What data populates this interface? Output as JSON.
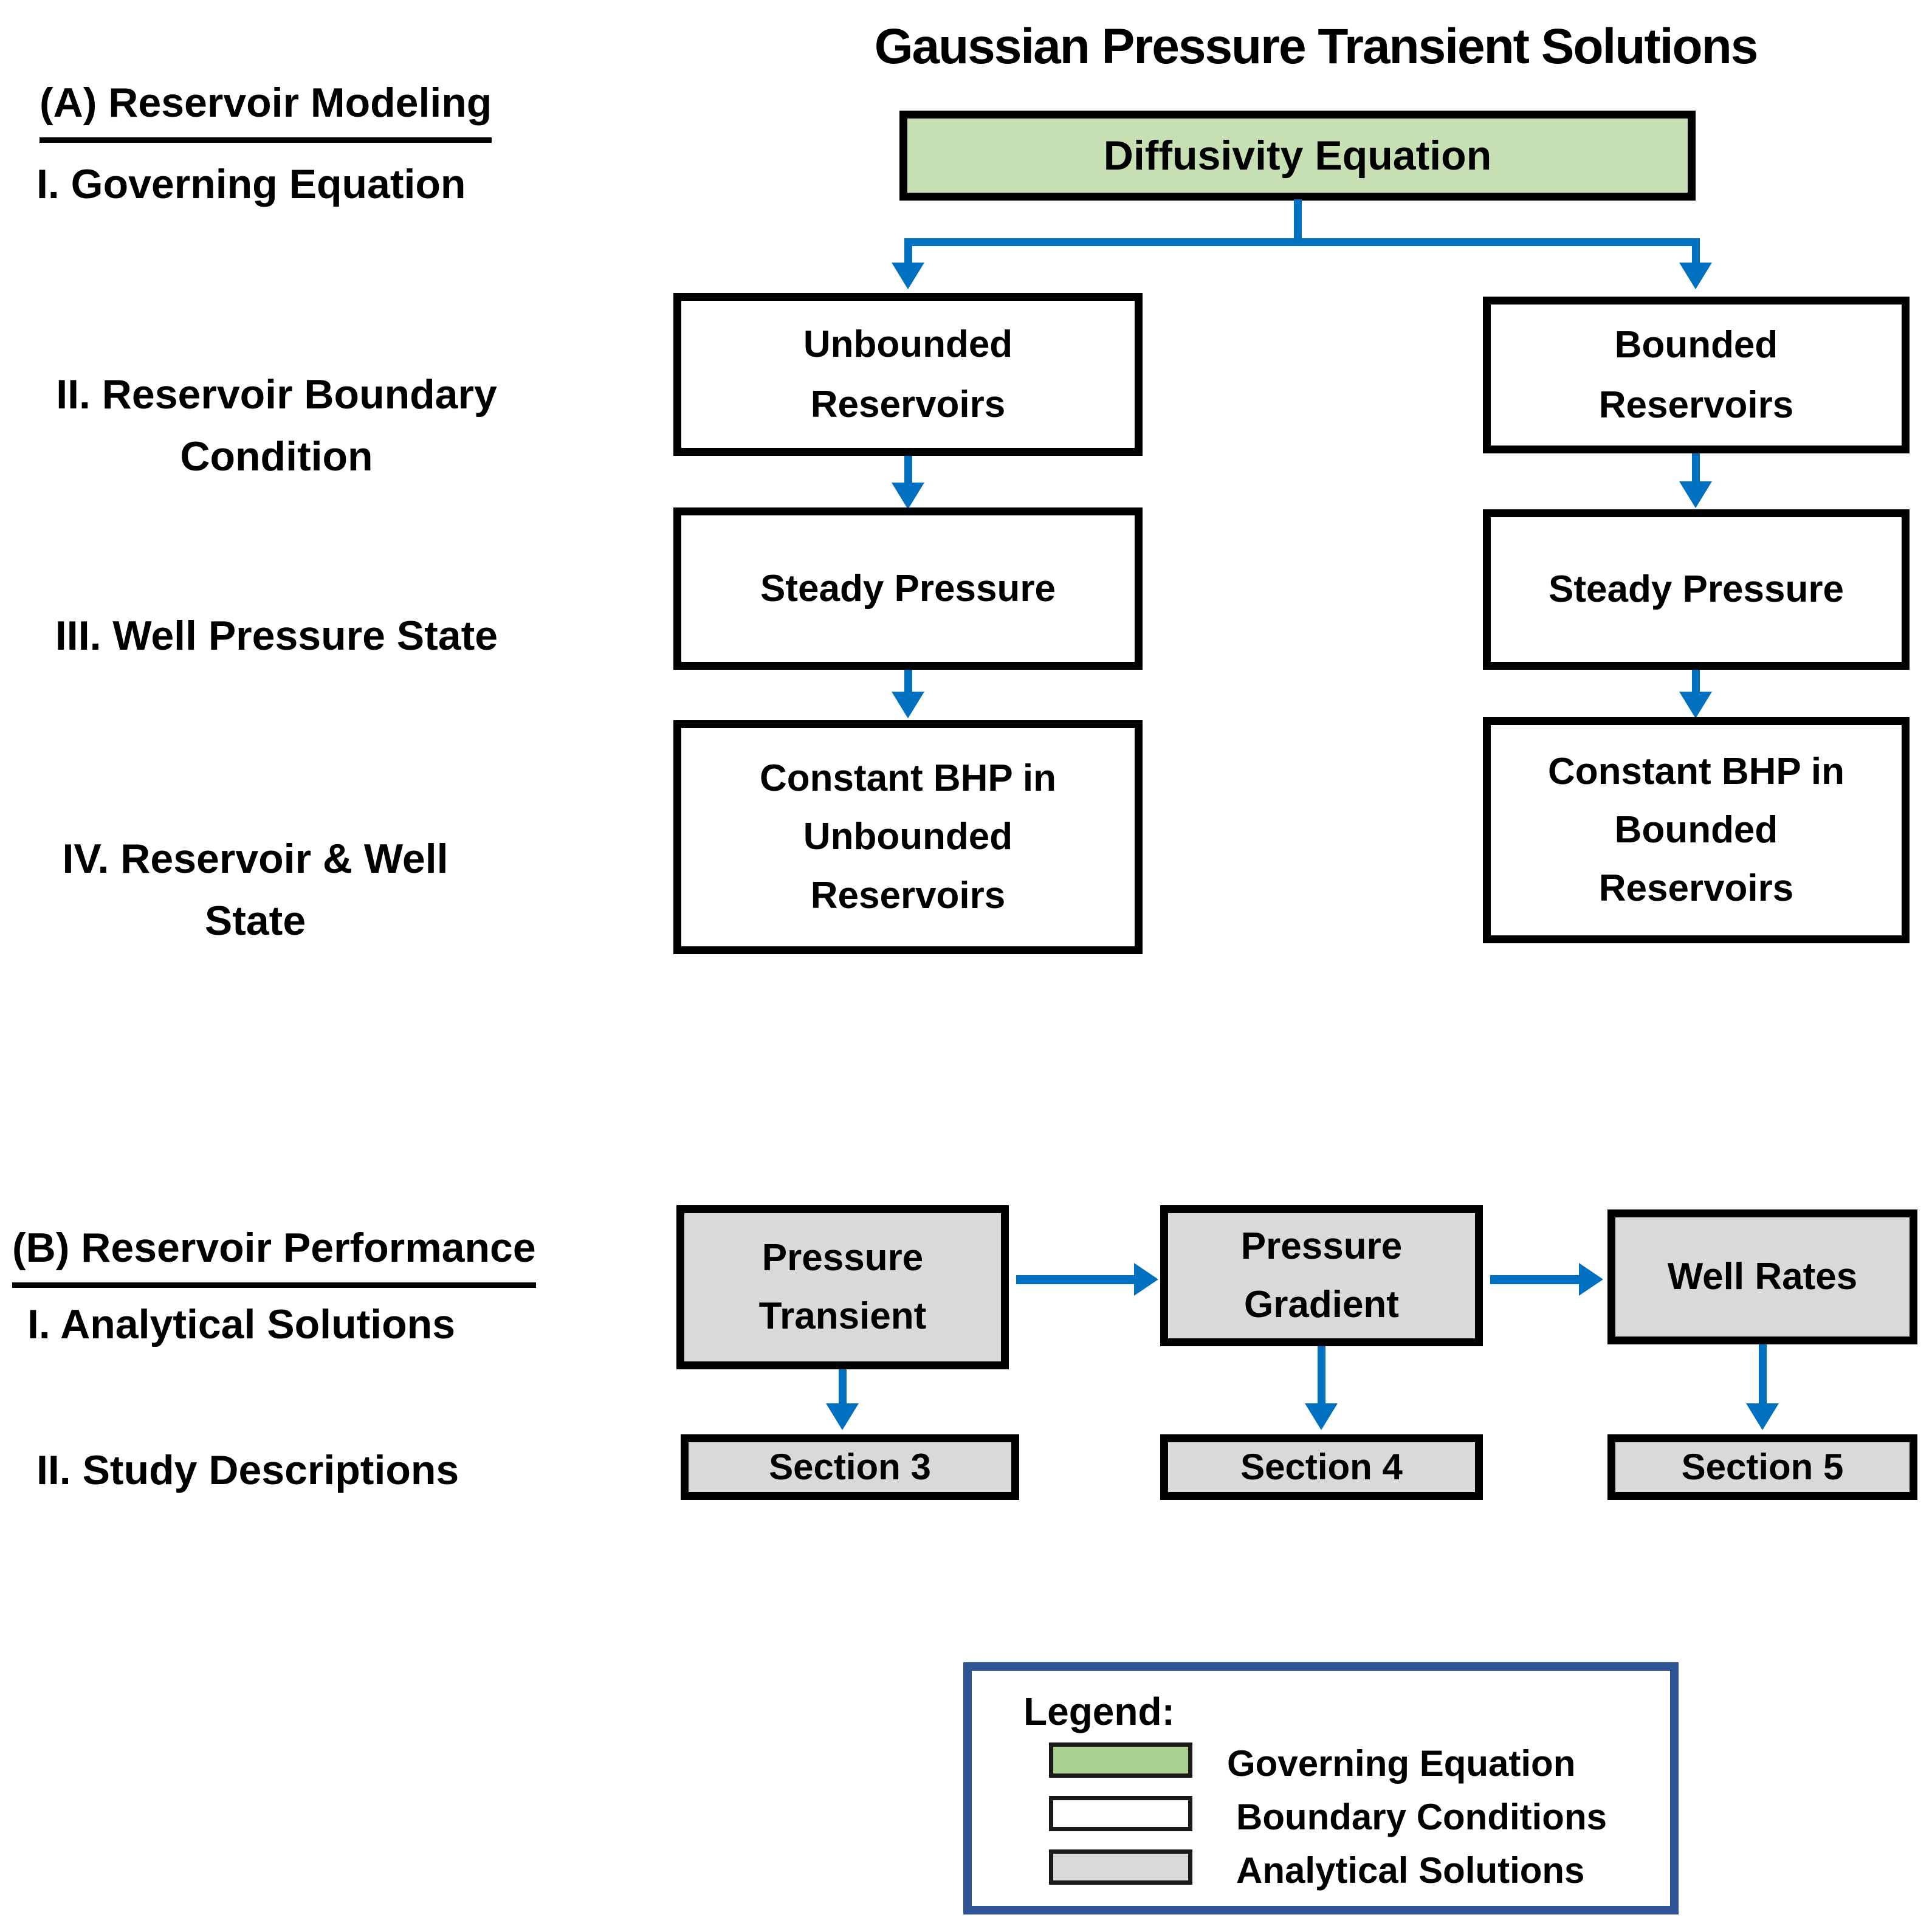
{
  "title": "Gaussian Pressure Transient Solutions",
  "colors": {
    "arrow_blue": "#0070c0",
    "governing_equation_green": "#c6e0b4",
    "legend_swatch_green": "#a9d08e",
    "boundary_condition_white": "#ffffff",
    "analytical_solution_gray": "#d9d9d9",
    "legend_border_blue": "#2f5597",
    "text": "#000000"
  },
  "section_a": {
    "heading": "(A) Reservoir Modeling",
    "row_labels": {
      "governing_equation": "I. Governing Equation",
      "reservoir_boundary_condition": [
        "II. Reservoir Boundary",
        "Condition"
      ],
      "well_pressure_state": "III. Well Pressure State",
      "reservoir_well_state": [
        "IV. Reservoir & Well",
        "State"
      ]
    },
    "root_box": "Diffusivity Equation",
    "left_branch": {
      "boundary": [
        "Unbounded",
        "Reservoirs"
      ],
      "pressure_state": "Steady Pressure",
      "reservoir_well_state": [
        "Constant BHP in",
        "Unbounded",
        "Reservoirs"
      ]
    },
    "right_branch": {
      "boundary": [
        "Bounded",
        "Reservoirs"
      ],
      "pressure_state": "Steady Pressure",
      "reservoir_well_state": [
        "Constant BHP in",
        "Bounded",
        "Reservoirs"
      ]
    }
  },
  "section_b": {
    "heading": "(B) Reservoir Performance",
    "row_labels": {
      "analytical_solutions": "I. Analytical Solutions",
      "study_descriptions": "II. Study Descriptions"
    },
    "flow_boxes": {
      "pressure_transient": [
        "Pressure",
        "Transient"
      ],
      "pressure_gradient": [
        "Pressure",
        "Gradient"
      ],
      "well_rates": "Well Rates"
    },
    "study_boxes": {
      "section3": "Section 3",
      "section4": "Section 4",
      "section5": "Section 5"
    }
  },
  "legend": {
    "title": "Legend:",
    "items": [
      {
        "label": "Governing Equation",
        "swatch_style": "background:#a9d08e"
      },
      {
        "label": "Boundary Conditions",
        "swatch_style": "background:#ffffff"
      },
      {
        "label": "Analytical Solutions",
        "swatch_style": "background:#d9d9d9"
      }
    ]
  }
}
